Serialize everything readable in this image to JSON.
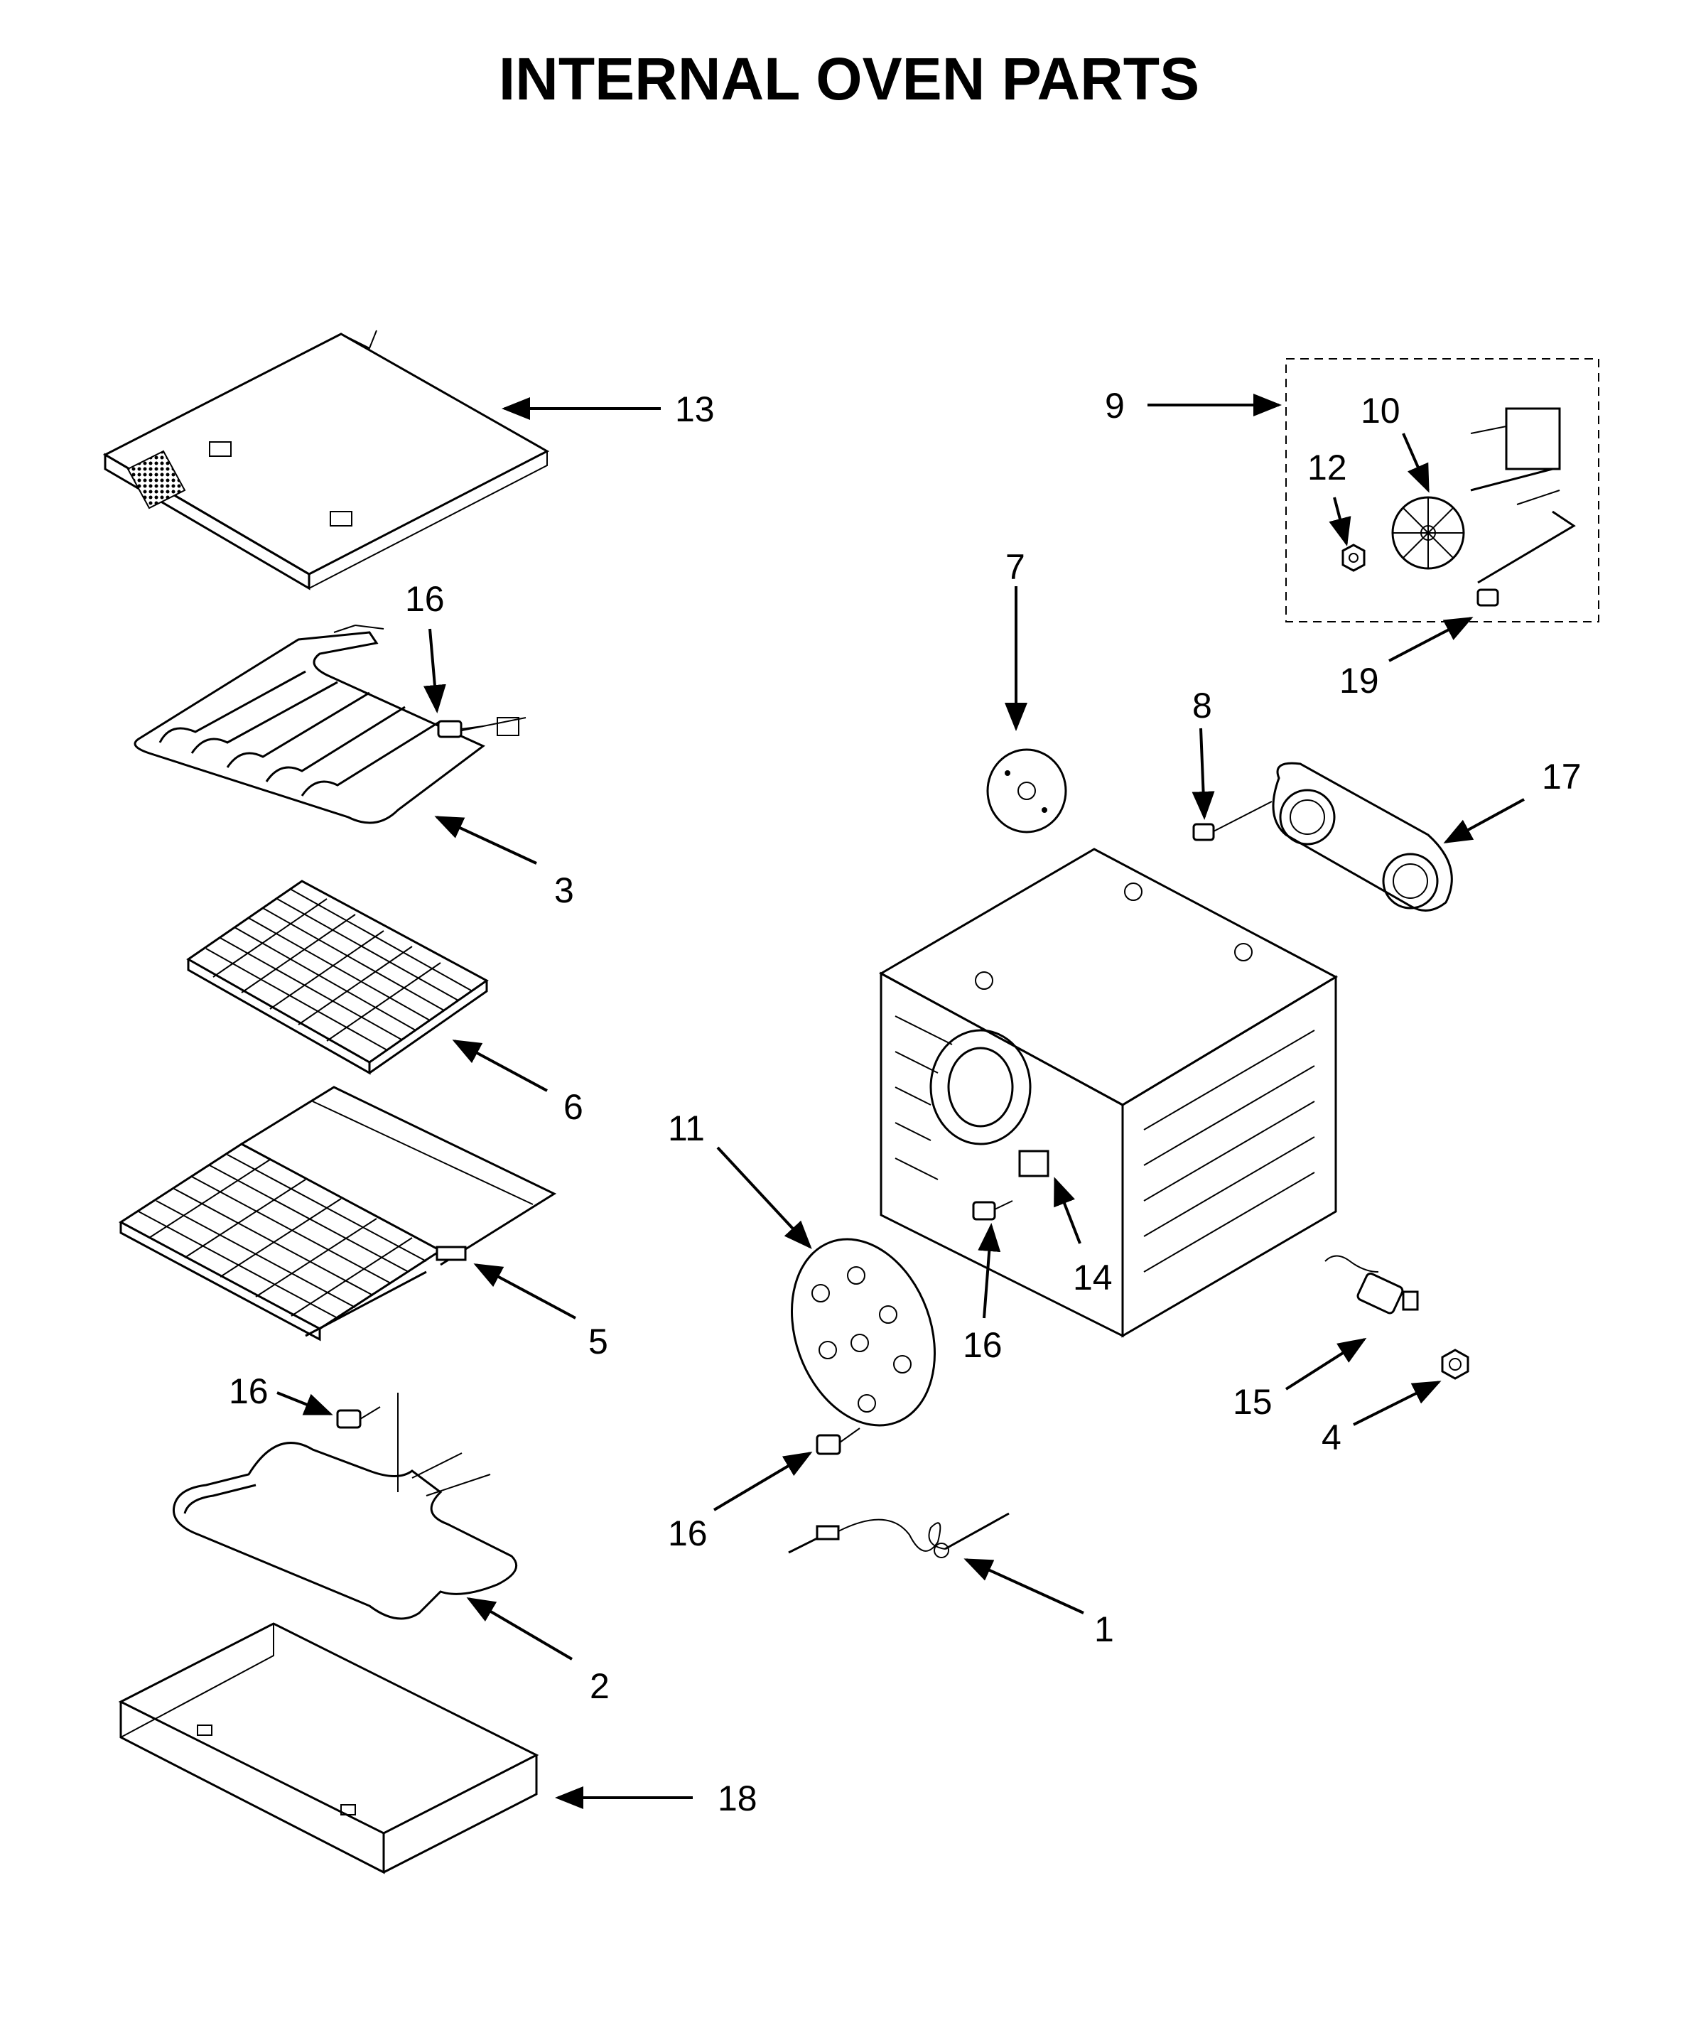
{
  "title": "INTERNAL OVEN PARTS",
  "callouts": {
    "c1": "1",
    "c2": "2",
    "c3": "3",
    "c4": "4",
    "c5": "5",
    "c6": "6",
    "c7": "7",
    "c8": "8",
    "c9": "9",
    "c10": "10",
    "c11": "11",
    "c12": "12",
    "c13": "13",
    "c14": "14",
    "c15": "15",
    "c16a": "16",
    "c16b": "16",
    "c16c": "16",
    "c16d": "16",
    "c17": "17",
    "c18": "18",
    "c19": "19"
  }
}
